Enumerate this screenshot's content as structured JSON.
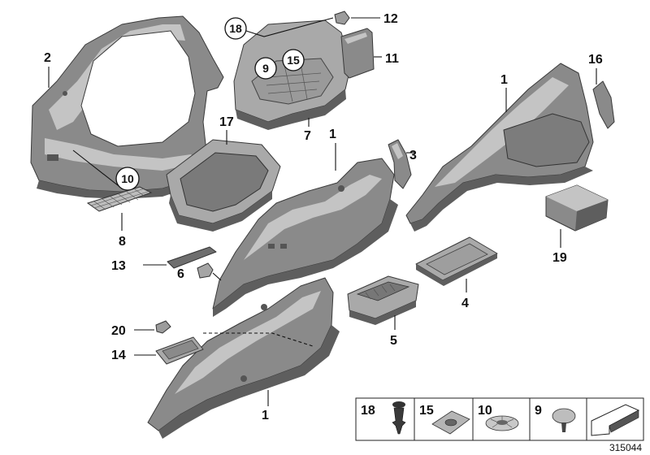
{
  "diagram": {
    "callouts": {
      "p1_top": "1",
      "p1_mid": "1",
      "p1_bottom": "1",
      "p2": "2",
      "p3": "3",
      "p4": "4",
      "p5": "5",
      "p6": "6",
      "p7": "7",
      "p8": "8",
      "p9": "9",
      "p10": "10",
      "p11": "11",
      "p12": "12",
      "p13": "13",
      "p14": "14",
      "p15": "15",
      "p16": "16",
      "p17": "17",
      "p18": "18",
      "p19": "19",
      "p20": "20"
    },
    "legend": [
      "18",
      "15",
      "10",
      "9"
    ],
    "reference_number": "315044"
  }
}
